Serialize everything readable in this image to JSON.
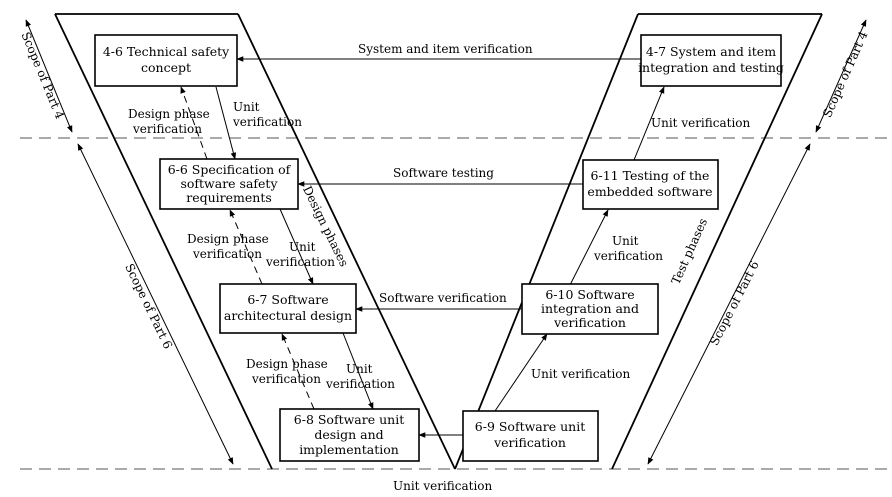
{
  "boxes": {
    "b46": [
      "4-6 Technical safety",
      "concept"
    ],
    "b47": [
      "4-7 System and item",
      "integration and testing"
    ],
    "b66": [
      "6-6 Specification of",
      "software safety",
      "requirements"
    ],
    "b611": [
      "6-11 Testing of the",
      "embedded software"
    ],
    "b67": [
      "6-7 Software",
      "architectural design"
    ],
    "b610": [
      "6-10 Software",
      "integration and",
      "verification"
    ],
    "b68": [
      "6-8 Software unit",
      "design and",
      "implementation"
    ],
    "b69": [
      "6-9 Software unit",
      "verification"
    ]
  },
  "arrows": {
    "system_item_verification": "System and item verification",
    "software_testing": "Software testing",
    "software_verification": "Software verification",
    "unit_verification_bottom": "Unit verification",
    "unit_verification_69_610": "Unit verification",
    "unit_verification_610_611": [
      "Unit",
      "verification"
    ],
    "unit_verification_611_47": "Unit verification",
    "unit_verification_46_66": [
      "Unit",
      "verification"
    ],
    "unit_verification_66_67": [
      "Unit",
      "verification"
    ],
    "unit_verification_67_68": [
      "Unit",
      "verification"
    ],
    "design_phase_verification_1": [
      "Design phase",
      "verification"
    ],
    "design_phase_verification_2": [
      "Design phase",
      "verification"
    ],
    "design_phase_verification_3": [
      "Design phase",
      "verification"
    ]
  },
  "phases": {
    "design": "Design phases",
    "test": "Test phases"
  },
  "scopes": {
    "part4_left": "Scope of Part 4",
    "part4_right": "Scope of Part 4",
    "part6_left": "Scope of Part 6",
    "part6_right": "Scope of Part 6"
  }
}
